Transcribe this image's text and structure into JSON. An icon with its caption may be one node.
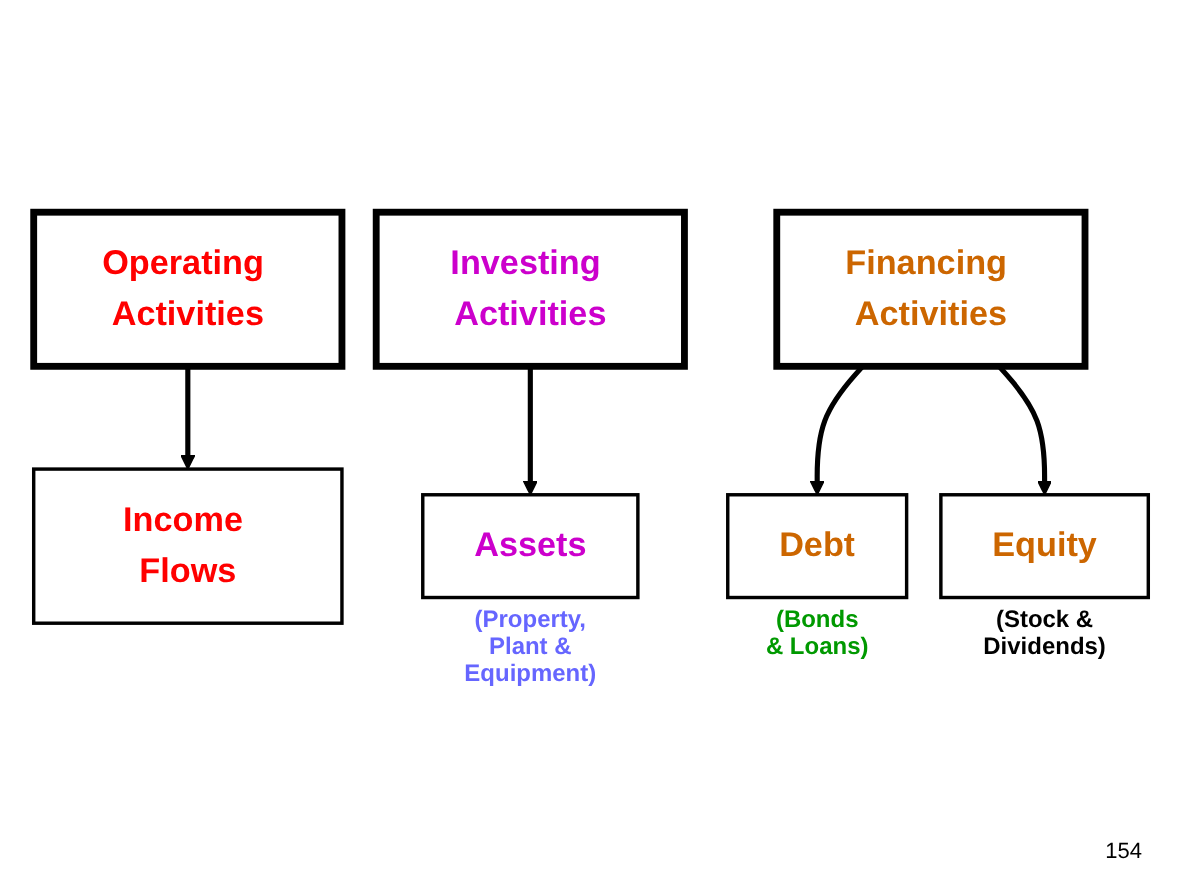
{
  "diagram": {
    "nodes": [
      {
        "text": [
          "Operating Activities"
        ]
      },
      {
        "text": [
          "Investing Activities"
        ]
      },
      {
        "text": [
          "Financing Activities"
        ]
      },
      {
        "text": [
          "Income Flows"
        ]
      },
      {
        "text": [
          "Assets"
        ],
        "beside": [
          "(Property, Plant & Equipment)"
        ]
      },
      {
        "text": [
          "Debt"
        ],
        "beside": [
          "(Bonds & Loans)"
        ]
      },
      {
        "text": [
          "Equity"
        ],
        "beside": [
          "(Stock & Dividends)"
        ]
      }
    ],
    "edges": [
      {
        "from": 0,
        "to": 3,
        "arrow": "to"
      },
      {
        "from": 1,
        "to": 4,
        "arrow": "to"
      },
      {
        "from": 2,
        "to": 5,
        "arrow": "to"
      },
      {
        "from": 2,
        "to": 6,
        "arrow": "to"
      }
    ],
    "labels": [
      "154"
    ]
  }
}
